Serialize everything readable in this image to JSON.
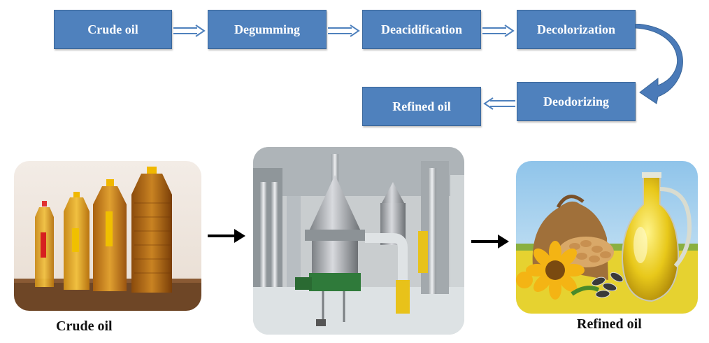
{
  "flow": {
    "steps": [
      "Crude oil",
      "Degumming",
      "Deacidification",
      "Decolorization",
      "Deodorizing",
      "Refined oil"
    ]
  },
  "photos": {
    "crude_caption": "Crude oil",
    "refined_caption": "Refined oil"
  },
  "colors": {
    "box_fill": "#4f81bd",
    "box_text": "#ffffff",
    "curved_arrow": "#4a7ab8"
  }
}
